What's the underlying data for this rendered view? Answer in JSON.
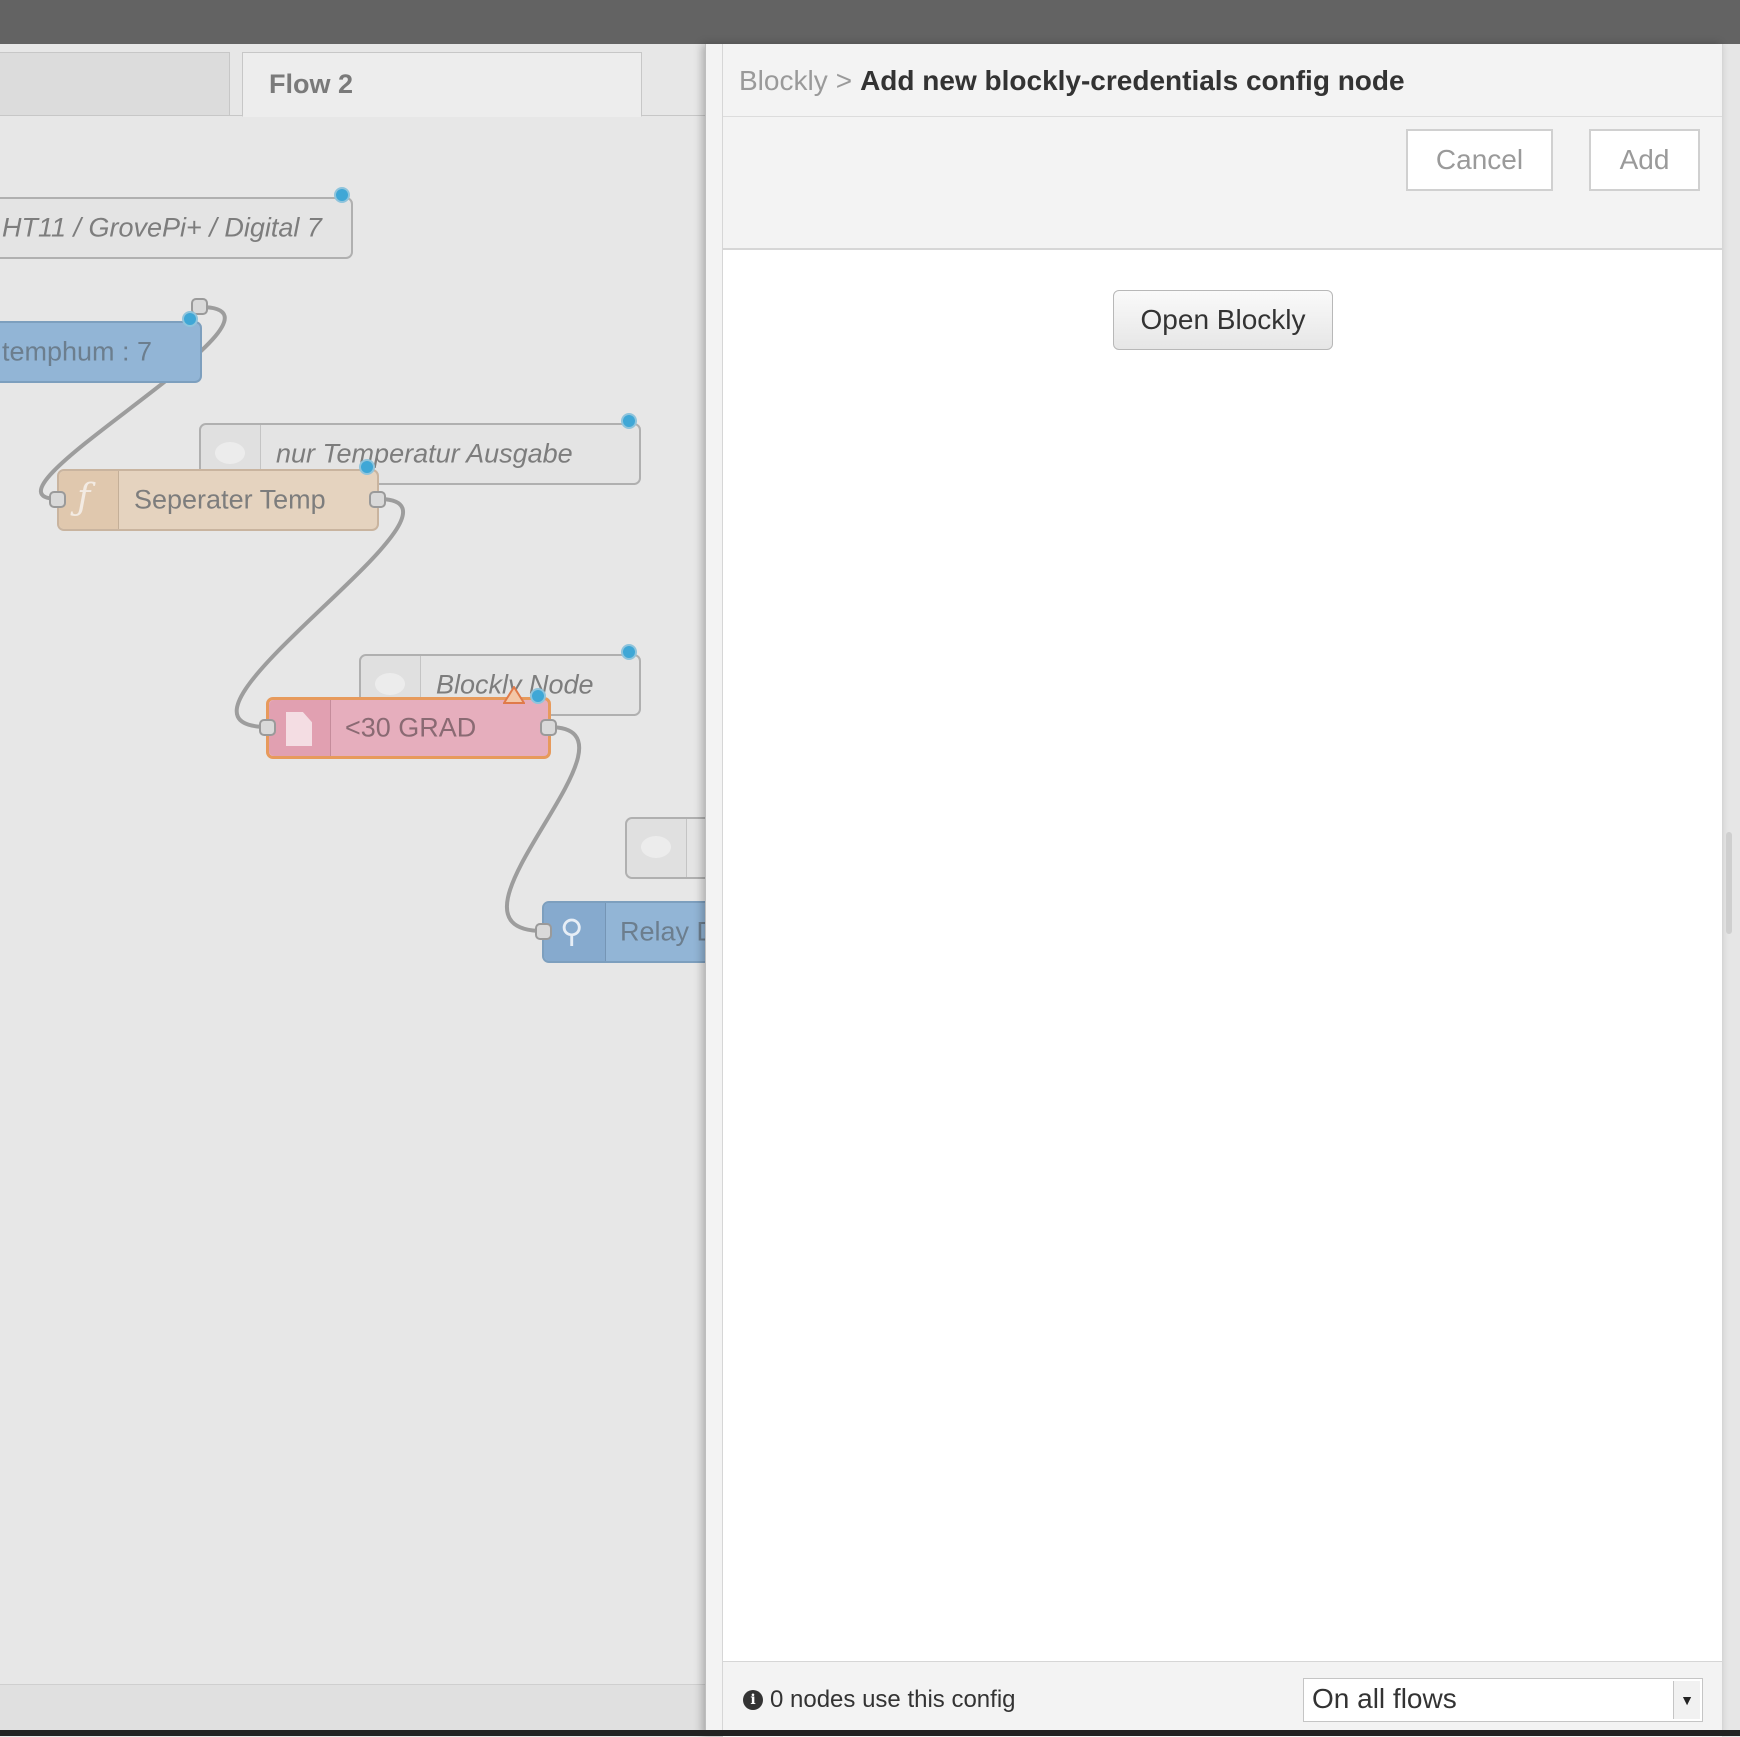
{
  "workspace": {
    "tabs": [
      {
        "label": ""
      },
      {
        "label": "Flow 2"
      }
    ],
    "nodes": {
      "dht_comment": "HT11 / GrovePi+ / Digital 7",
      "temphum": "temphum : 7",
      "comment_temp": "nur Temperatur Ausgabe",
      "seperater": "Seperater Temp",
      "comment_blockly": "Blockly Node",
      "grad": "<30 GRAD",
      "relay": "Relay D"
    },
    "colors": {
      "function_node": "#e5d3bf",
      "template_node": "#e6aebd",
      "io_node": "#92b5d6",
      "port_dot": "#3fa7d6",
      "warning": "#e07a4a"
    }
  },
  "tray": {
    "breadcrumb": {
      "parent": "Blockly",
      "separator": ">",
      "title": "Add new blockly-credentials config node"
    },
    "buttons": {
      "cancel": "Cancel",
      "add": "Add",
      "open_blockly": "Open Blockly"
    },
    "footer": {
      "info_icon": "info-icon",
      "usage": "0 nodes use this config",
      "scope_selected": "On all flows"
    }
  }
}
